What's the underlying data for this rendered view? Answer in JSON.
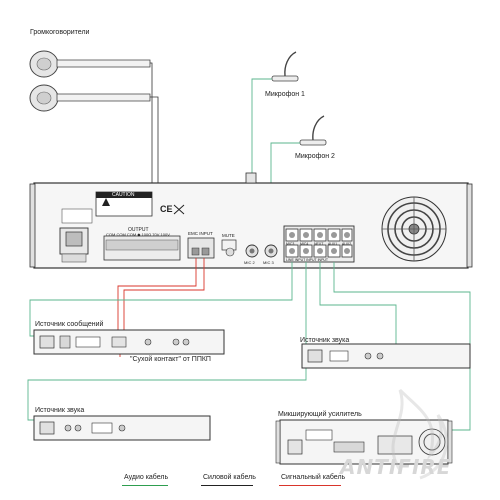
{
  "labels": {
    "speakers": "Громкоговорители",
    "mic1": "Микрофон 1",
    "mic2": "Микрофон 2",
    "msg_source": "Источник сообщений",
    "sound_source_left": "Источник звука",
    "sound_source_right": "Источник звука",
    "dry_contact": "\"Сухой контакт\" от ППКП",
    "mixer": "Микширующий усилитель"
  },
  "panel": {
    "caution": "CAUTION",
    "output": "OUTPUT",
    "output_terms": "COM COM COM  ◆ 100Ω  70V  100V",
    "emc_input": "EMC INPUT",
    "mute": "MUTE",
    "mic2": "MIC 2",
    "mic3": "MIC 3",
    "line_input": "LINE INPUT",
    "aux1": "MIC3",
    "aux2": "MIC4",
    "aux3": "NEXT",
    "aux4": "AUX1",
    "aux5": "AUX2",
    "aux_sub": "LINE INPUT   INPUT   INPUT"
  },
  "legend": {
    "audio": {
      "label": "Аудио кабель",
      "color": "#2e9e4f"
    },
    "power": {
      "label": "Силовой кабель",
      "color": "#222222"
    },
    "signal": {
      "label": "Сигнальный кабель",
      "color": "#d9352b"
    }
  },
  "colors": {
    "audio_cable": "#5bb58e",
    "device_outline": "#333333",
    "device_fill": "#f4f4f4"
  },
  "watermark": "ANTIFIRE"
}
